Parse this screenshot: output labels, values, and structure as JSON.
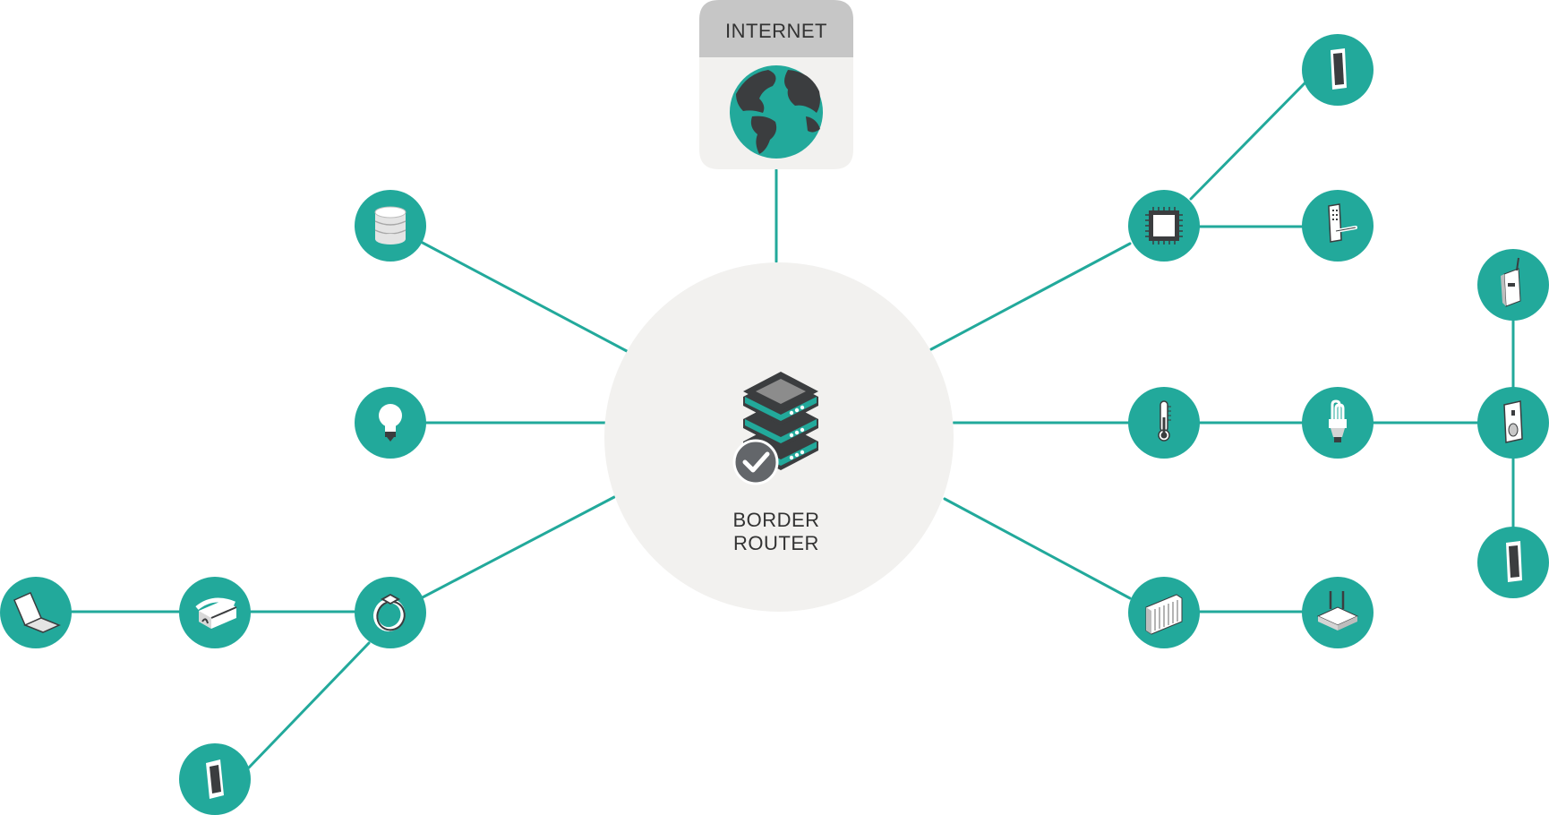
{
  "internet": {
    "label": "INTERNET"
  },
  "router": {
    "line1": "BORDER",
    "line2": "ROUTER"
  },
  "colors": {
    "teal": "#22a99b",
    "dark": "#3b3d3f",
    "light_bg": "#f2f1ef",
    "header_gray": "#c6c6c6",
    "white": "#ffffff"
  },
  "devices": [
    {
      "id": "database",
      "icon": "database-icon"
    },
    {
      "id": "light-bulb",
      "icon": "light-bulb-icon"
    },
    {
      "id": "smart-ring",
      "icon": "smart-ring-icon"
    },
    {
      "id": "vr-headset",
      "icon": "vr-headset-icon"
    },
    {
      "id": "laptop",
      "icon": "laptop-icon"
    },
    {
      "id": "phone-bottom-left",
      "icon": "phone-icon"
    },
    {
      "id": "chip",
      "icon": "chip-icon"
    },
    {
      "id": "phone-top-right",
      "icon": "phone-icon"
    },
    {
      "id": "door-lock",
      "icon": "door-lock-icon"
    },
    {
      "id": "thermometer",
      "icon": "thermometer-icon"
    },
    {
      "id": "cfl-bulb",
      "icon": "cfl-bulb-icon"
    },
    {
      "id": "light-switch",
      "icon": "light-switch-icon"
    },
    {
      "id": "remote-sensor",
      "icon": "remote-sensor-icon"
    },
    {
      "id": "phone-far-right",
      "icon": "phone-icon"
    },
    {
      "id": "radiator",
      "icon": "radiator-icon"
    },
    {
      "id": "wifi-router",
      "icon": "wifi-router-icon"
    }
  ]
}
